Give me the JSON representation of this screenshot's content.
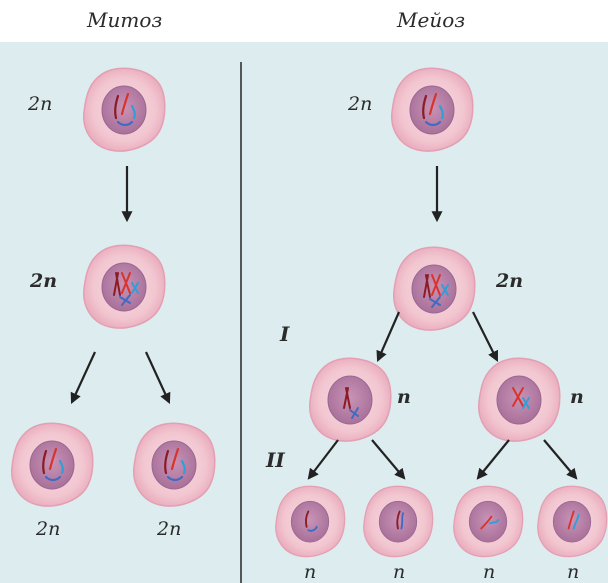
{
  "headers": {
    "mitosis": "Митоз",
    "meiosis": "Мейоз"
  },
  "mitosis": {
    "parent_ploidy": "2n",
    "replicated_ploidy": "2n",
    "daughter_left_ploidy": "2n",
    "daughter_right_ploidy": "2n"
  },
  "meiosis": {
    "parent_ploidy": "2n",
    "replicated_ploidy": "2n",
    "division_1_label": "I",
    "division_2_label": "II",
    "meiosis1_left_ploidy": "n",
    "meiosis1_right_ploidy": "n",
    "gamete_1_ploidy": "n",
    "gamete_2_ploidy": "n",
    "gamete_3_ploidy": "n",
    "gamete_4_ploidy": "n"
  },
  "colors": {
    "background": "#dcecef",
    "cell_fill": "#f2c6d0",
    "cell_edge": "#e49fb2",
    "nucleus": "#b77fa6",
    "chrom_red": "#d8342c",
    "chrom_blue": "#3f6bc2",
    "chrom_light_blue": "#2f9fd8",
    "chrom_dark_red": "#8b1c24",
    "arrow": "#222222",
    "divider": "#333333"
  }
}
